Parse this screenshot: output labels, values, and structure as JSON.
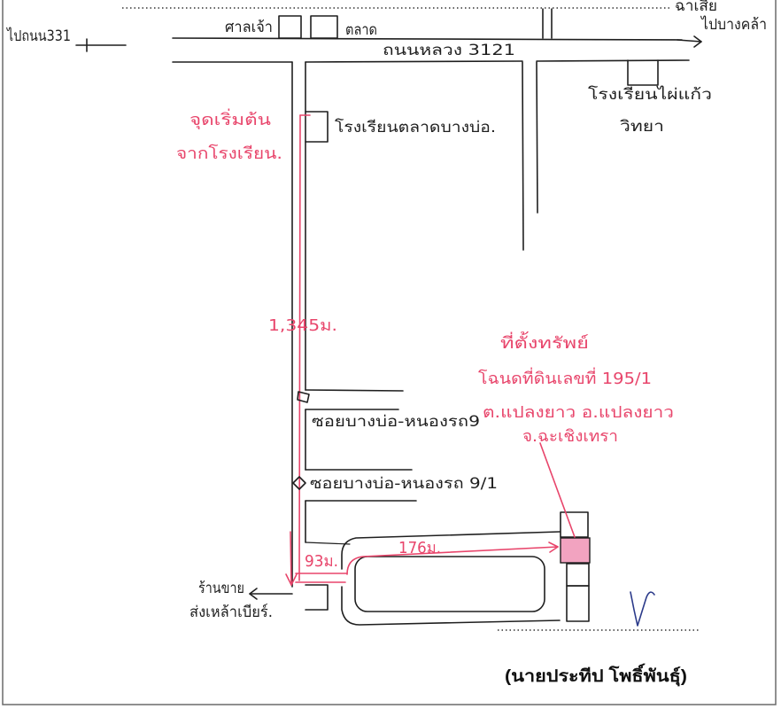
{
  "header": {
    "top_right_label": "ฉาเสีย"
  },
  "directions": {
    "left": "ไปถนน331",
    "right": "ไปบางคล้า"
  },
  "roads": {
    "main_road": "ถนนหลวง 3121",
    "soi_1": "ซอยบางบ่อ-หนองรถ9",
    "soi_2": "ซอยบางบ่อ-หนองรถ 9/1"
  },
  "landmarks": {
    "shrine": "ศาลเจ้า",
    "market": "ตลาด",
    "school_bangbo": "โรงเรียนตลาดบางบ่อ.",
    "school_phaikaew_line1": "โรงเรียนไผ่แก้ว",
    "school_phaikaew_line2": "วิทยา",
    "shop_line1": "ร้านขาย",
    "shop_line2": "ส่งเหล้าเบียร์."
  },
  "route": {
    "start_line1": "จุดเริ่มต้น",
    "start_line2": "จากโรงเรียน.",
    "distance_main": "1,345ม.",
    "distance_side": "93ม.",
    "distance_loop": "176ม."
  },
  "property": {
    "title": "ที่ตั้งทรัพย์",
    "deed": "โฉนดที่ดินเลขที่ 195/1",
    "district": "ต.แปลงยาว อ.แปลงยาว",
    "province": "จ.ฉะเชิงเทรา"
  },
  "signature": {
    "name": "(นายประทีป โพธิ์พันธุ์)"
  },
  "colors": {
    "ink": "#1f1f1f",
    "route": "#e8456b",
    "property_highlight": "#f2a3c0",
    "signature_ink": "#2b3a8a"
  }
}
